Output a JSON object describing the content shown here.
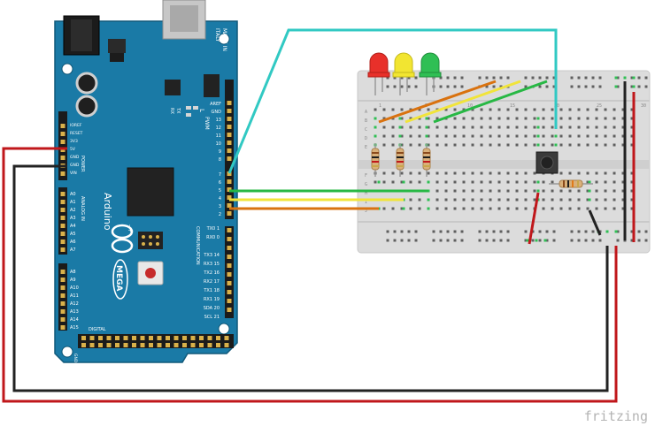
{
  "board": {
    "made_in": "MADE IN",
    "italy": "ITALY",
    "brand": "Arduino",
    "model": "MEGA",
    "symbol": "∞",
    "power": {
      "header": [
        "IOREF",
        "RESET",
        "3V3",
        "5V",
        "GND",
        "GND",
        "VIN"
      ],
      "section": "POWER"
    },
    "analog": {
      "header": [
        "A0",
        "A1",
        "A2",
        "A3",
        "A4",
        "A5",
        "A6",
        "A7"
      ],
      "section": "ANALOG IN",
      "header2": [
        "A8",
        "A9",
        "A10",
        "A11",
        "A12",
        "A13",
        "A14",
        "A15"
      ]
    },
    "pwm": {
      "labels": [
        "AREF",
        "GND",
        "13",
        "12",
        "11",
        "10",
        "9",
        "8",
        "7",
        "6",
        "5",
        "4",
        "3",
        "2"
      ],
      "section": "PWM",
      "led_label": "L",
      "tx": "TX",
      "rx": "RX"
    },
    "communication": {
      "section": "COMMUNICATION",
      "labels": [
        "TX0 1",
        "RX0 0",
        "TX3 14",
        "RX3 15",
        "TX2 16",
        "RX2 17",
        "TX1 18",
        "RX1 19",
        "SDA 20",
        "SCL 21"
      ]
    },
    "digital": "DIGITAL",
    "on": "ON",
    "gnd": "GND"
  },
  "breadboard": {
    "row_letters_top": [
      "A",
      "B",
      "C",
      "D",
      "E"
    ],
    "row_letters_bottom": [
      "F",
      "G",
      "H",
      "I",
      "J"
    ],
    "col_numbers": [
      "1",
      "5",
      "10",
      "15",
      "20",
      "25",
      "30"
    ]
  },
  "leds": [
    {
      "name": "red-led",
      "color": "#e8302a"
    },
    {
      "name": "yellow-led",
      "color": "#f2e531"
    },
    {
      "name": "green-led",
      "color": "#2fbf54"
    }
  ],
  "wire_colors": {
    "red": "#c0171b",
    "black": "#222222",
    "cyan": "#31c9c3",
    "green": "#27b844",
    "yellow": "#f1e43a",
    "orange": "#d9720f"
  },
  "watermark": "fritzing"
}
